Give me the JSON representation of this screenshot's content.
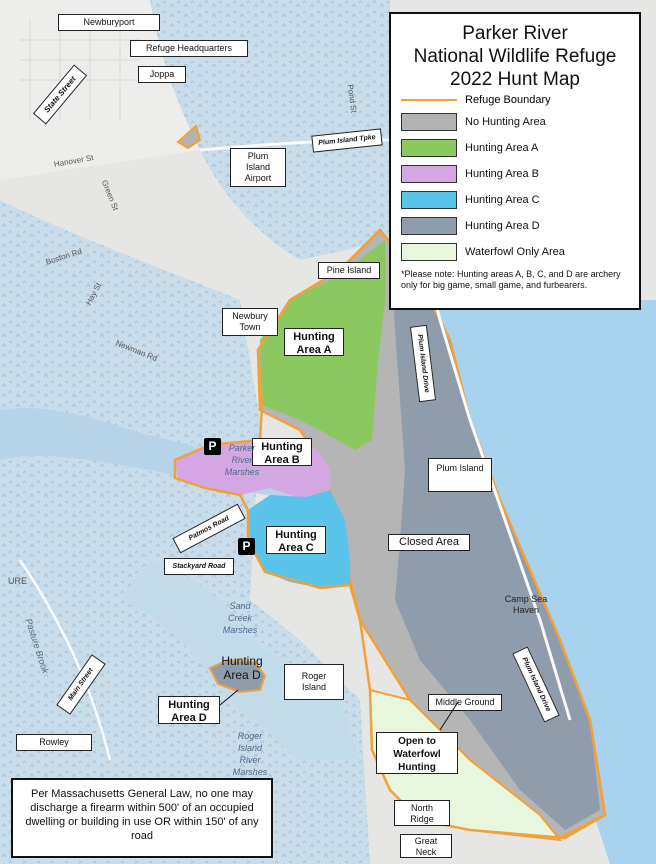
{
  "title_lines": [
    "Parker River",
    "National Wildlife Refuge",
    "2022 Hunt Map"
  ],
  "legend": {
    "boundary": {
      "label": "Refuge Boundary",
      "color": "#f1a13a"
    },
    "items": [
      {
        "label": "No Hunting Area",
        "color": "#b3b3b3"
      },
      {
        "label": "Hunting Area A",
        "color": "#8bc860"
      },
      {
        "label": "Hunting Area B",
        "color": "#d4a7e2"
      },
      {
        "label": "Hunting Area C",
        "color": "#5bc4ea"
      },
      {
        "label": "Hunting Area D",
        "color": "#8e9cab"
      },
      {
        "label": "Waterfowl Only Area",
        "color": "#e9f6de"
      }
    ],
    "note": "*Please note: Hunting areas A, B, C, and D are archery only for big game, small game, and furbearers."
  },
  "law_note": "Per Massachusetts General Law, no one may discharge a firearm within 500' of an occupied dwelling or building in use OR within 150' of any road",
  "places": {
    "newburyport": "Newburyport",
    "refuge_hq": "Refuge Headquarters",
    "joppa": "Joppa",
    "state_street": "State Street",
    "plum_island_tpke": "Plum Island Tpke",
    "plum_island_airport": "Plum Island Airport",
    "pine_island": "Pine Island",
    "newbury_town": "Newbury Town",
    "plum_island_drive_1": "Plum Island Drive",
    "plum_island_drive_2": "Plum Island Drive",
    "plum_island": "Plum Island",
    "closed_area": "Closed Area",
    "camp_sea_haven": "Camp Sea Haven",
    "patmos_road": "Patmos Road",
    "stackyard_road": "Stackyard Road",
    "main_street": "Main Street",
    "roger_island": "Roger Island",
    "middle_ground": "Middle Ground",
    "open_waterfowl": "Open to Waterfowl Hunting",
    "rowley": "Rowley",
    "north_ridge": "North Ridge",
    "great_neck": "Great Neck"
  },
  "areas": {
    "a": "Hunting Area A",
    "b": "Hunting Area B",
    "c": "Hunting Area C",
    "d_map": "Hunting Area D",
    "d_callout": "Hunting Area D"
  },
  "water": {
    "parker_river": "Parker River Marshes",
    "sand_creek": "Sand Creek Marshes",
    "roger_island_river": "Roger Island River Marshes",
    "pasture_brook": "Pasture Brook"
  },
  "streets": {
    "hanover": "Hanover St",
    "green": "Green St",
    "boston": "Boston Rd",
    "hay": "Hay St",
    "newman": "Newman Rd",
    "pond": "Pond St",
    "ure": "URE"
  },
  "parking": "P"
}
